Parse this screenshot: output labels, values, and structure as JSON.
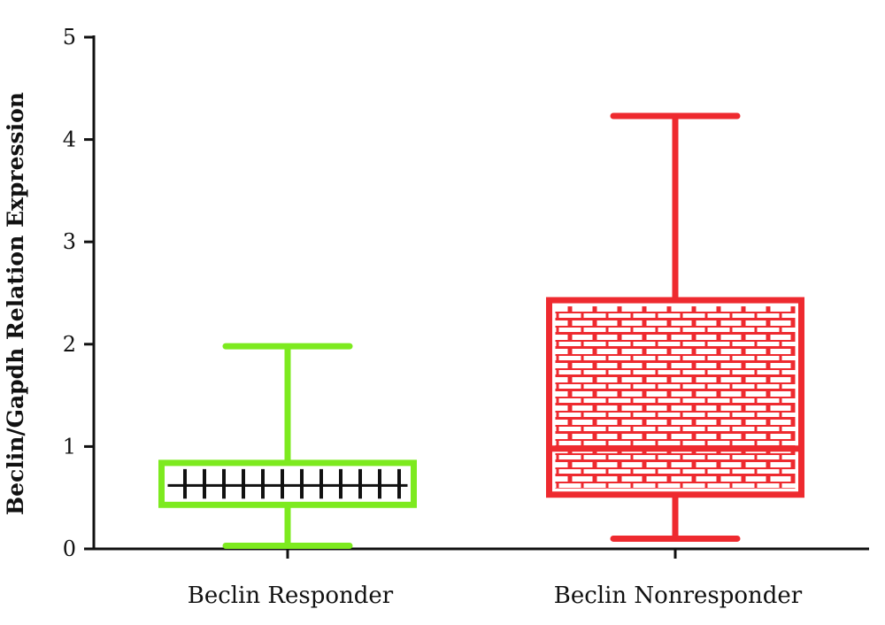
{
  "chart_data": {
    "type": "box",
    "title": "",
    "xlabel": "",
    "ylabel": "Beclin/Gapdh Relation Expression",
    "ylim": [
      0,
      5
    ],
    "yticks": [
      0,
      1,
      2,
      3,
      4,
      5
    ],
    "grid": false,
    "categories": [
      "Beclin Responder",
      "Beclin Nonresponder"
    ],
    "series": [
      {
        "min": 0.03,
        "q1": 0.43,
        "median": 0.62,
        "q3": 0.84,
        "max": 1.98,
        "color": "#7dea1f",
        "pattern": "vertical-lines"
      },
      {
        "min": 0.1,
        "q1": 0.53,
        "median": 0.98,
        "q3": 2.43,
        "max": 4.23,
        "color": "#ee2a2f",
        "pattern": "brick"
      }
    ]
  }
}
